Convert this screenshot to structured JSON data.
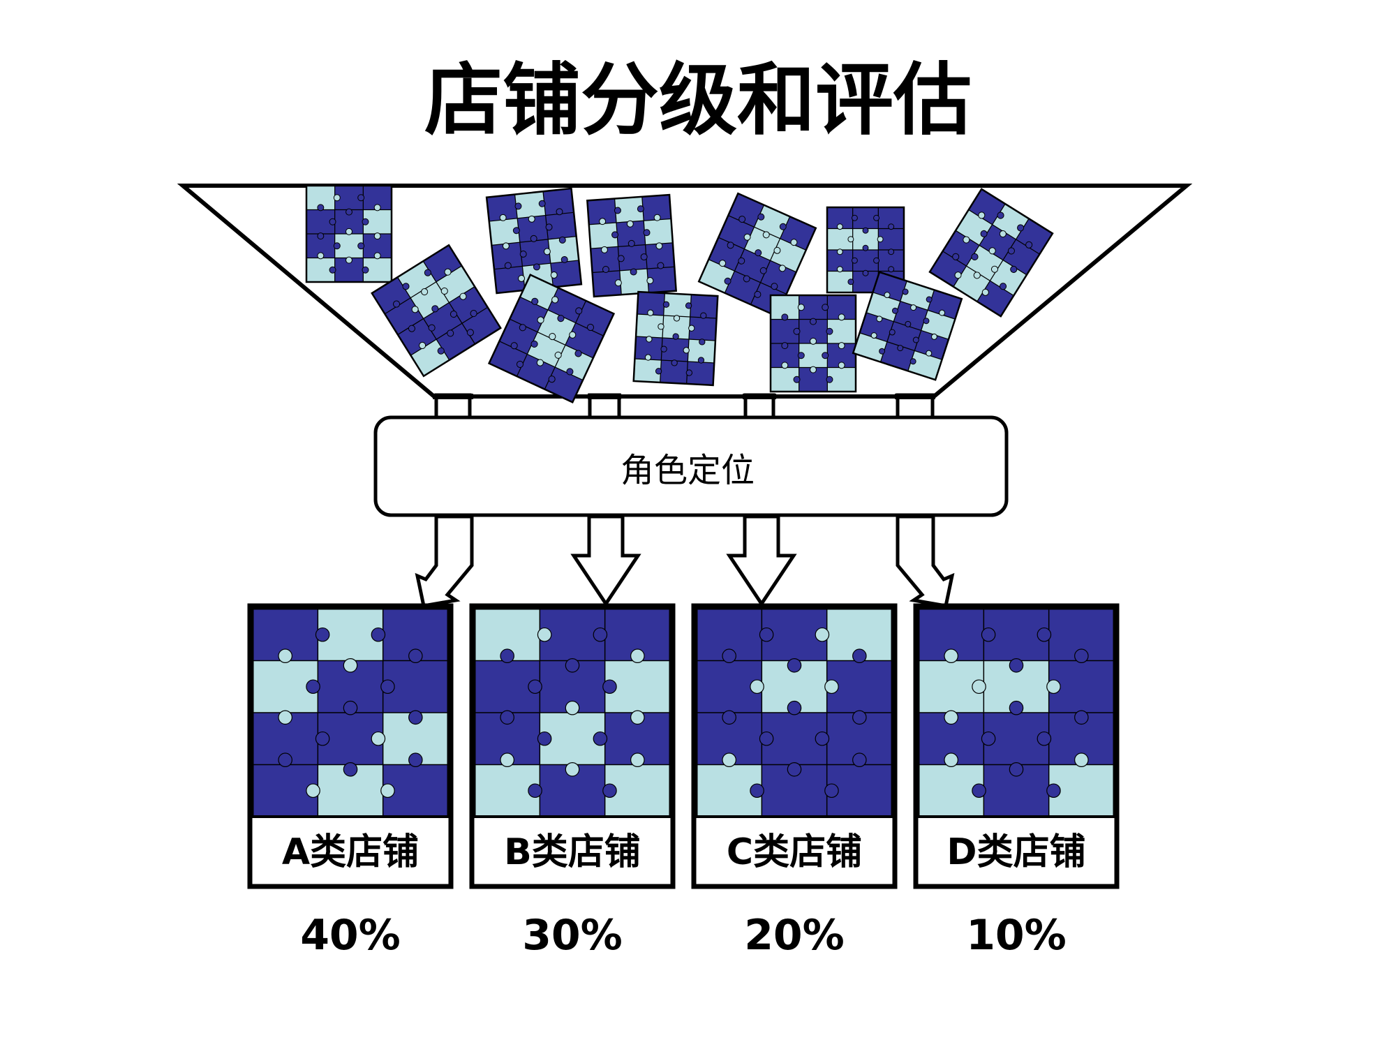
{
  "title": "店铺分级和评估",
  "process_label": "角色定位",
  "colors": {
    "dark_piece": "#333399",
    "light_piece": "#b9e0e3",
    "outline": "#000000"
  },
  "categories": [
    {
      "label": "A类店铺",
      "percent": "40%",
      "share": 40
    },
    {
      "label": "B类店铺",
      "percent": "30%",
      "share": 30
    },
    {
      "label": "C类店铺",
      "percent": "20%",
      "share": 20
    },
    {
      "label": "D类店铺",
      "percent": "10%",
      "share": 10
    }
  ]
}
